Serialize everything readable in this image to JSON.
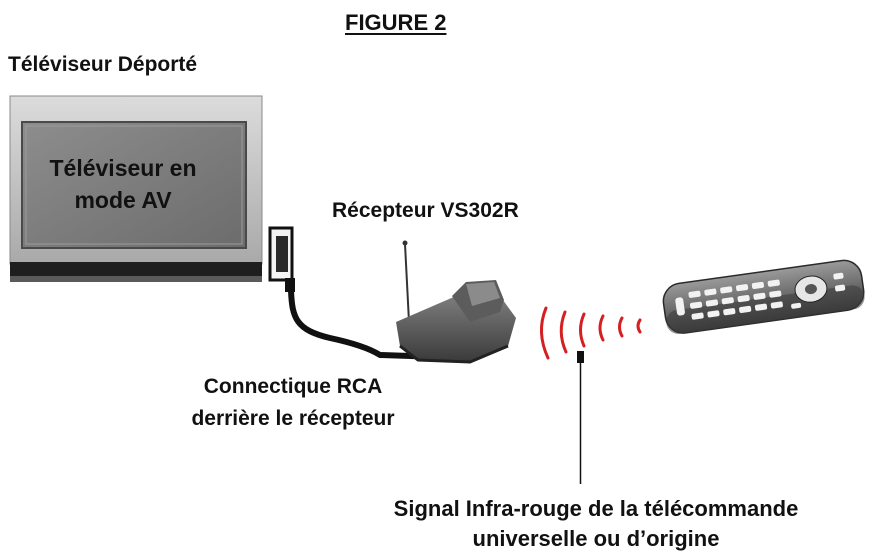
{
  "figure": {
    "title": "FIGURE 2",
    "tv_heading": "Téléviseur Déporté",
    "screen_text_line1": "Téléviseur en",
    "screen_text_line2": "mode AV",
    "receiver_label": "Récepteur VS302R",
    "rca_line1": "Connectique RCA",
    "rca_line2": "derrière le récepteur",
    "ir_line1": "Signal Infra-rouge de la télécommande",
    "ir_line2": "universelle ou d’origine"
  },
  "icons": {
    "tv": "television-icon",
    "receiver": "receiver-icon",
    "remote": "remote-control-icon",
    "signal": "infrared-waves-icon"
  },
  "colors": {
    "ink": "#111111",
    "tv_frame": "#c4c4c4",
    "tv_screen": "#7a7a7a",
    "ir_waves": "#d42020"
  }
}
